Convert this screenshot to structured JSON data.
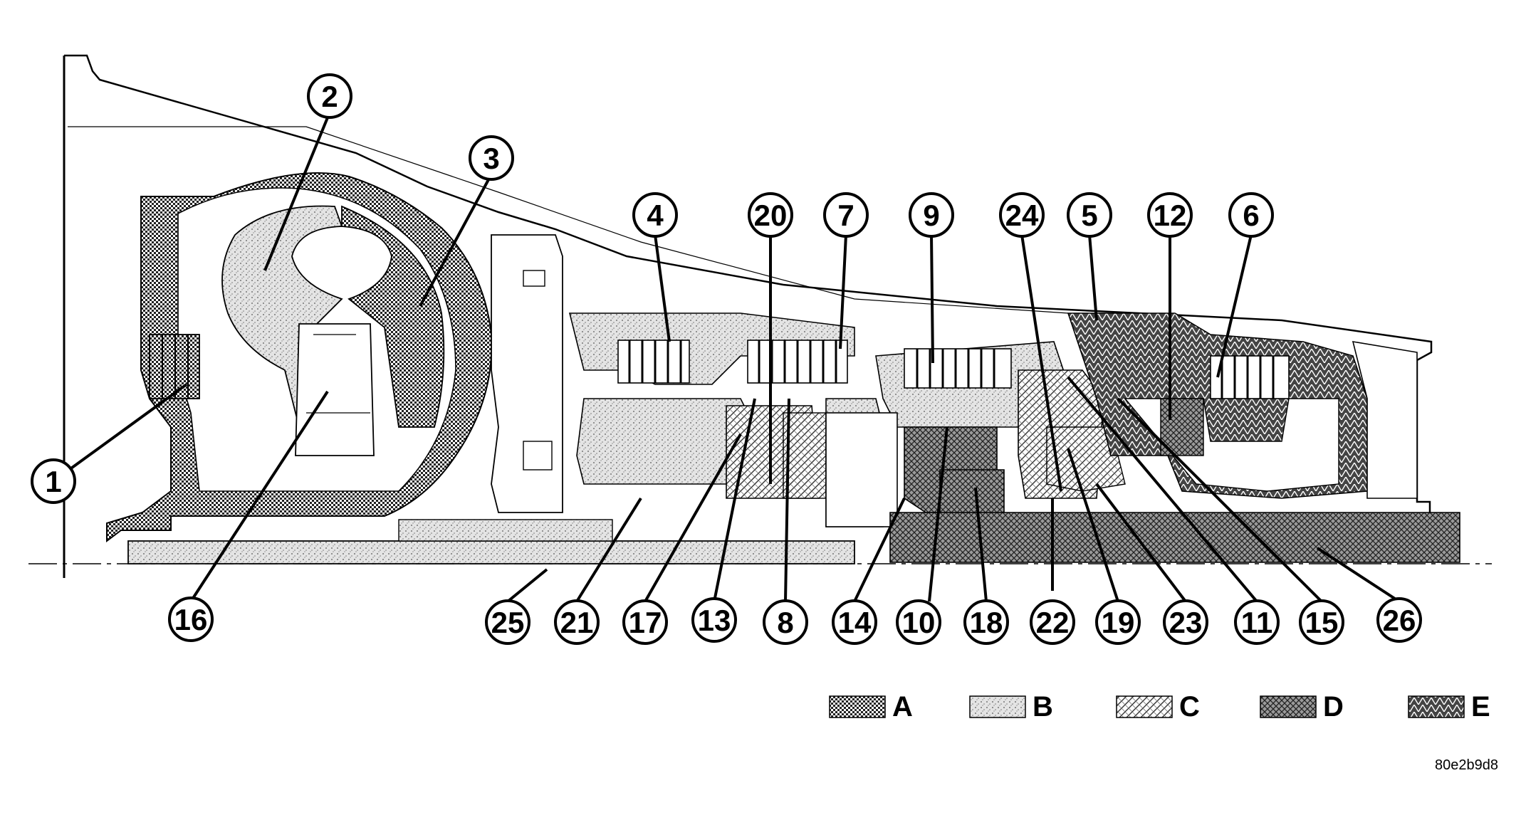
{
  "diagram": {
    "callouts": [
      {
        "id": "1",
        "label": "1"
      },
      {
        "id": "2",
        "label": "2"
      },
      {
        "id": "3",
        "label": "3"
      },
      {
        "id": "4",
        "label": "4"
      },
      {
        "id": "5",
        "label": "5"
      },
      {
        "id": "6",
        "label": "6"
      },
      {
        "id": "7",
        "label": "7"
      },
      {
        "id": "8",
        "label": "8"
      },
      {
        "id": "9",
        "label": "9"
      },
      {
        "id": "10",
        "label": "10"
      },
      {
        "id": "11",
        "label": "11"
      },
      {
        "id": "12",
        "label": "12"
      },
      {
        "id": "13",
        "label": "13"
      },
      {
        "id": "14",
        "label": "14"
      },
      {
        "id": "15",
        "label": "15"
      },
      {
        "id": "16",
        "label": "16"
      },
      {
        "id": "17",
        "label": "17"
      },
      {
        "id": "18",
        "label": "18"
      },
      {
        "id": "19",
        "label": "19"
      },
      {
        "id": "20",
        "label": "20"
      },
      {
        "id": "21",
        "label": "21"
      },
      {
        "id": "22",
        "label": "22"
      },
      {
        "id": "23",
        "label": "23"
      },
      {
        "id": "24",
        "label": "24"
      },
      {
        "id": "25",
        "label": "25"
      },
      {
        "id": "26",
        "label": "26"
      }
    ],
    "legend": [
      {
        "id": "A",
        "label": "A",
        "pattern": "pat-a"
      },
      {
        "id": "B",
        "label": "B",
        "pattern": "pat-b"
      },
      {
        "id": "C",
        "label": "C",
        "pattern": "pat-c"
      },
      {
        "id": "D",
        "label": "D",
        "pattern": "pat-d"
      },
      {
        "id": "E",
        "label": "E",
        "pattern": "pat-e"
      }
    ],
    "image_code": "80e2b9d8"
  }
}
